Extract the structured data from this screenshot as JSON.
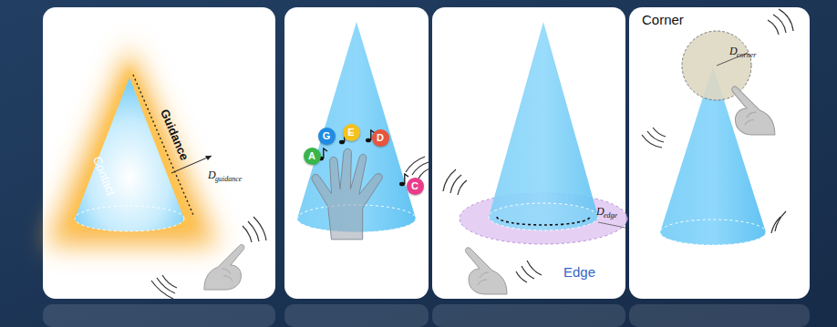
{
  "diagram": {
    "nodes": [
      {
        "text": [
          "A"
        ]
      },
      {
        "text": [
          "G"
        ]
      },
      {
        "text": [
          "E"
        ]
      },
      {
        "text": [
          "D"
        ]
      },
      {
        "text": [
          "C"
        ]
      }
    ],
    "labels": [
      "Contact",
      "Guidance",
      "D",
      "guidance",
      "D",
      "edge",
      "Edge",
      "Corner",
      "D",
      "corner"
    ]
  }
}
